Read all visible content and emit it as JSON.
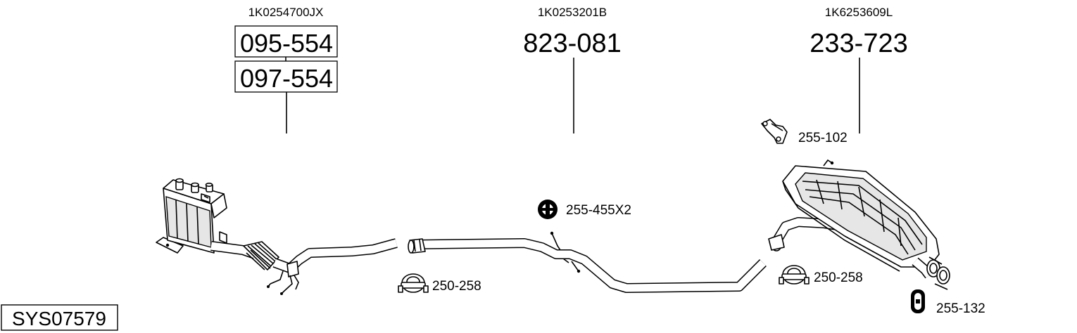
{
  "system_code": "SYS07579",
  "parts": {
    "dpf": {
      "oem": "1K0254700JX",
      "numbers": [
        "095-554",
        "097-554"
      ]
    },
    "middle_pipe": {
      "oem": "1K0253201B",
      "number": "823-081"
    },
    "rear_silencer": {
      "oem": "1K6253609L",
      "number": "233-723"
    }
  },
  "accessories": {
    "clamp_front": "250-258",
    "rubber_mount": "255-455X2",
    "clamp_rear": "250-258",
    "bracket": "255-102",
    "rear_mount": "255-132"
  }
}
